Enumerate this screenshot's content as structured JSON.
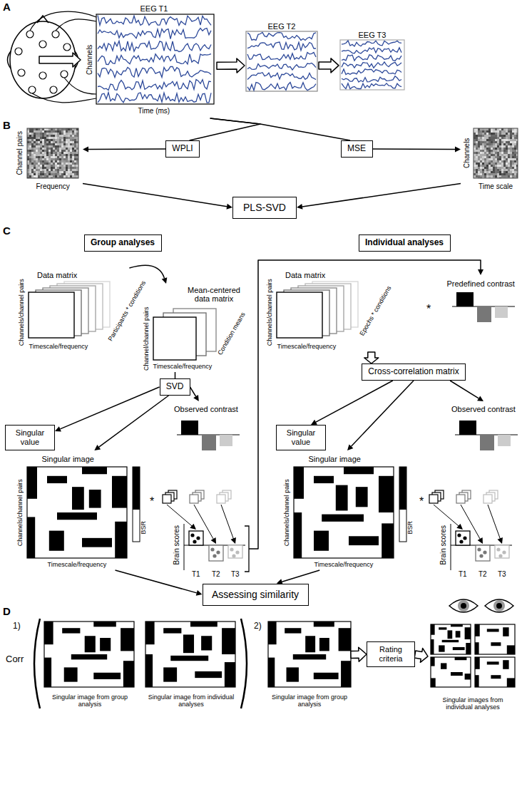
{
  "diagram": {
    "nodes": [
      {
        "text": [
          "EEG T1",
          "Channels",
          "Time (ms)"
        ]
      },
      {
        "text": [
          "EEG T2"
        ]
      },
      {
        "text": [
          "EEG T3"
        ]
      },
      {
        "text": [
          "Channel pairs",
          "Frequency"
        ]
      },
      {
        "text": [
          "WPLI"
        ]
      },
      {
        "text": [
          "MSE"
        ]
      },
      {
        "text": [
          "Channels",
          "Time scale"
        ]
      },
      {
        "text": [
          "PLS-SVD"
        ]
      },
      {
        "text": [
          "Group analyses"
        ]
      },
      {
        "text": [
          "Individual analyses"
        ]
      },
      {
        "text": [
          "Data matrix",
          "Channels/channel pairs",
          "Timescale/frequency",
          "Participants * conditions"
        ]
      },
      {
        "text": [
          "Mean-centered data matrix",
          "Channel/channel pairs",
          "Timescale/frequency",
          "Condition means"
        ]
      },
      {
        "text": [
          "SVD"
        ]
      },
      {
        "text": [
          "Singular value"
        ]
      },
      {
        "text": [
          "Observed contrast"
        ]
      },
      {
        "text": [
          "Singular image",
          "Channels/channel pairs",
          "Timescale/frequency",
          "BSR"
        ]
      },
      {
        "text": [
          "Brain scores",
          "T1",
          "T2",
          "T3"
        ]
      },
      {
        "text": [
          "Data matrix",
          "Channels/channel pairs",
          "Timescale/frequency",
          "Epochs * conditions"
        ]
      },
      {
        "text": [
          "Predefined contrast"
        ]
      },
      {
        "text": [
          "Cross-correlation matrix"
        ]
      },
      {
        "text": [
          "Singular value"
        ]
      },
      {
        "text": [
          "Observed contrast"
        ]
      },
      {
        "text": [
          "Singular image",
          "Channels/channel pairs",
          "Timescale/frequency",
          "BSR"
        ]
      },
      {
        "text": [
          "Brain scores",
          "T1",
          "T2",
          "T3"
        ]
      },
      {
        "text": [
          "Assessing similarity"
        ]
      },
      {
        "text": [
          "Singular image from group analysis"
        ]
      },
      {
        "text": [
          "Singular image from individual analyses"
        ]
      },
      {
        "text": [
          "Singular image from group analysis"
        ]
      },
      {
        "text": [
          "Rating criteria"
        ]
      },
      {
        "text": [
          "Singular images from individual analyses"
        ]
      }
    ],
    "edges": [
      {
        "from": 0,
        "to": 1,
        "arrow": "to"
      },
      {
        "from": 1,
        "to": 2,
        "arrow": "to"
      },
      {
        "from": 0,
        "to": 4,
        "arrow": "none"
      },
      {
        "from": 0,
        "to": 5,
        "arrow": "none"
      },
      {
        "from": 4,
        "to": 3,
        "arrow": "to"
      },
      {
        "from": 5,
        "to": 6,
        "arrow": "to"
      },
      {
        "from": 3,
        "to": 7,
        "arrow": "to"
      },
      {
        "from": 6,
        "to": 7,
        "arrow": "to"
      },
      {
        "from": 10,
        "to": 11,
        "arrow": "to"
      },
      {
        "from": 11,
        "to": 12,
        "arrow": "none"
      },
      {
        "from": 12,
        "to": 13,
        "arrow": "to"
      },
      {
        "from": 12,
        "to": 14,
        "arrow": "to"
      },
      {
        "from": 12,
        "to": 15,
        "arrow": "to"
      },
      {
        "from": 16,
        "to": 18,
        "arrow": "to"
      },
      {
        "from": 17,
        "to": 19,
        "arrow": "to"
      },
      {
        "from": 19,
        "to": 20,
        "arrow": "to"
      },
      {
        "from": 19,
        "to": 21,
        "arrow": "to"
      },
      {
        "from": 19,
        "to": 22,
        "arrow": "to"
      },
      {
        "from": 15,
        "to": 24,
        "arrow": "to"
      },
      {
        "from": 22,
        "to": 24,
        "arrow": "to"
      },
      {
        "from": 27,
        "to": 28,
        "arrow": "to"
      },
      {
        "from": 28,
        "to": 29,
        "arrow": "to"
      }
    ],
    "labels": [
      "A",
      "B",
      "C",
      "*",
      "*",
      "*",
      "D",
      "1)",
      "Corr",
      "2)"
    ]
  }
}
